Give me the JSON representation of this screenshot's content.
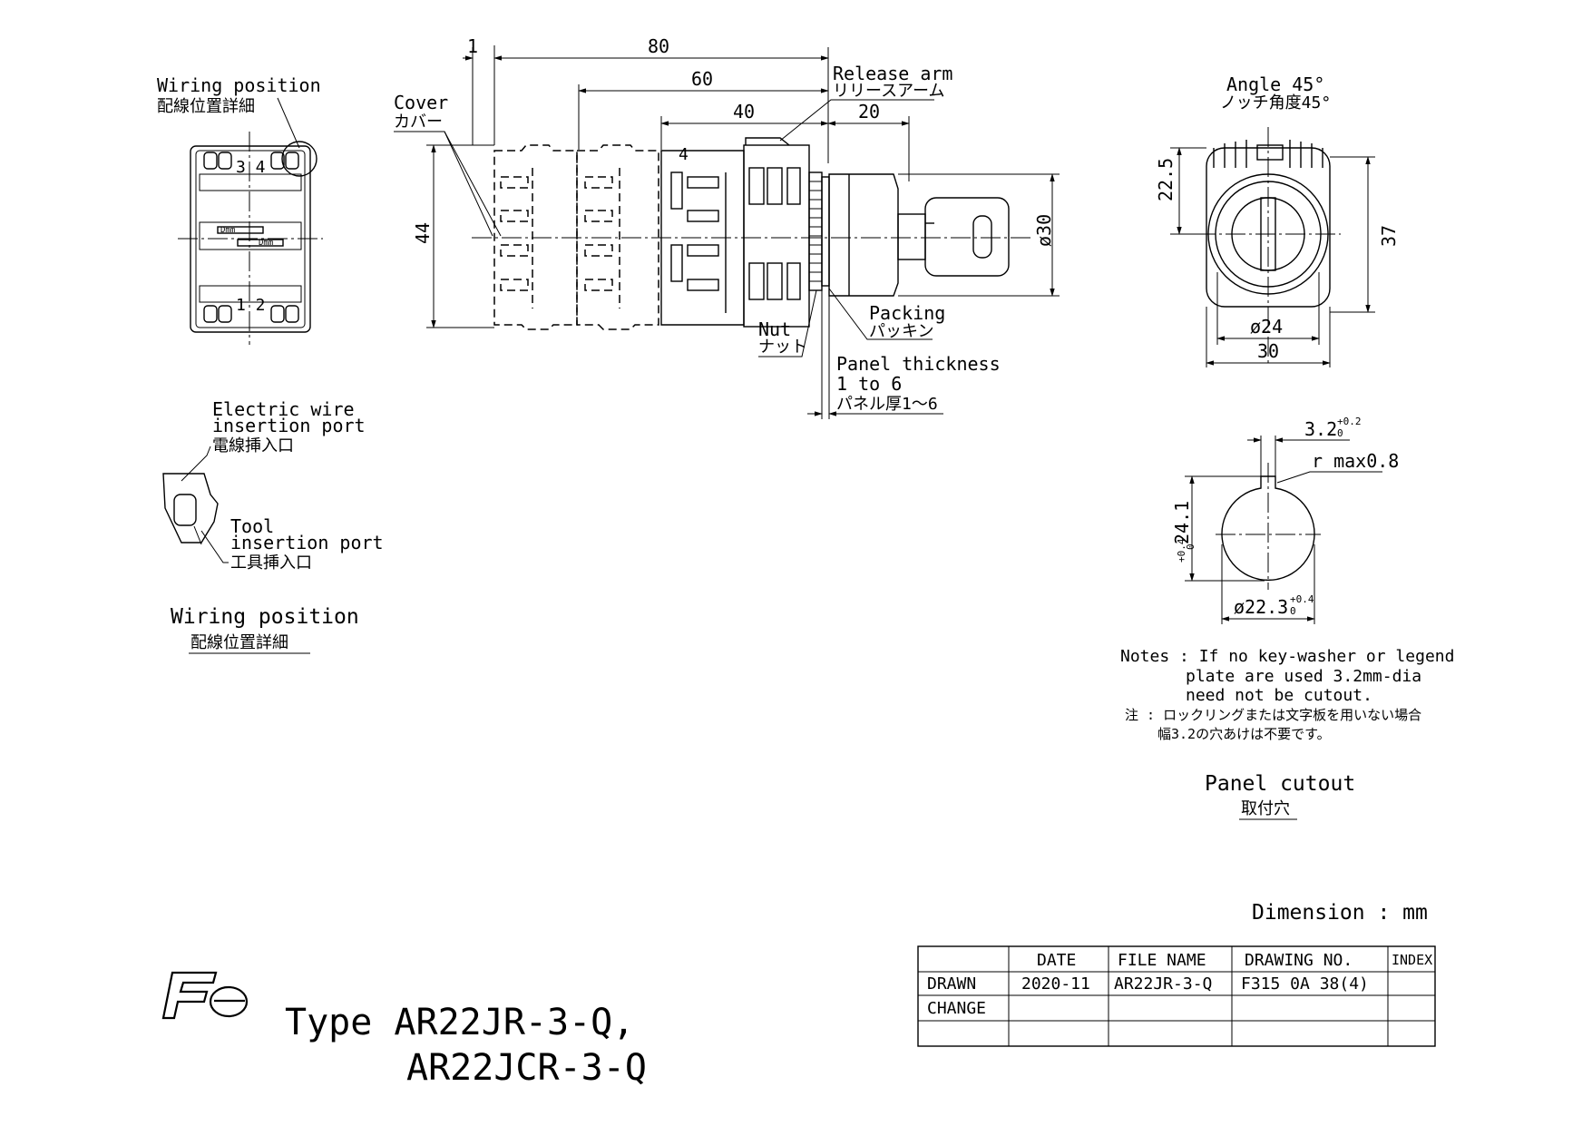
{
  "wiring_top": {
    "title": "Wiring position",
    "title_ja": "配線位置詳細",
    "term_top": "3 4",
    "term_bottom": "1 2",
    "label_a": "Dmm",
    "label_b": "Dmm"
  },
  "wiring_detail": {
    "wire_port_l1": "Electric wire",
    "wire_port_l2": "insertion port",
    "wire_port_ja": "電線挿入口",
    "tool_port_l1": "Tool",
    "tool_port_l2": "insertion port",
    "tool_port_ja": "工具挿入口",
    "caption": "Wiring position",
    "caption_ja": "配線位置詳細"
  },
  "side_view": {
    "dim_1": "1",
    "dim_80": "80",
    "dim_60": "60",
    "dim_40": "40",
    "dim_20": "20",
    "dim_44": "44",
    "dim_30": "ø30",
    "block_num": "4",
    "cover": "Cover",
    "cover_ja": "カバー",
    "release_arm": "Release arm",
    "release_arm_ja": "リリースアーム",
    "packing": "Packing",
    "packing_ja": "パッキン",
    "nut": "Nut",
    "nut_ja": "ナット",
    "panel_thickness_l1": "Panel thickness",
    "panel_thickness_l2": "1 to 6",
    "panel_thickness_ja": "パネル厚1～6"
  },
  "front_view": {
    "angle": "Angle 45°",
    "angle_ja": "ノッチ角度45°",
    "dim_225": "22.5",
    "dim_37": "37",
    "dim_24": "ø24",
    "dim_30": "30"
  },
  "cutout": {
    "dim_32": "3.2",
    "dim_32_tol_up": "+0.2",
    "dim_32_tol_dn": "0",
    "rmax": "r max0.8",
    "dim_241": "24.1",
    "dim_241_tol_up": "+0.4",
    "dim_241_tol_dn": "0",
    "dim_223": "ø22.3",
    "dim_223_tol_up": "+0.4",
    "dim_223_tol_dn": "0",
    "caption": "Panel cutout",
    "caption_ja": "取付穴"
  },
  "notes": {
    "l1": "Notes : If no key-washer or legend",
    "l2": "plate are used 3.2mm-dia",
    "l3": "need not be cutout.",
    "l4": "注 : ロックリングまたは文字板を用いない場合",
    "l5": "幅3.2の穴あけは不要です。"
  },
  "dimension_unit": "Dimension : mm",
  "title_block": {
    "headers": [
      "",
      "DATE",
      "FILE NAME",
      "DRAWING NO.",
      "INDEX"
    ],
    "rows": [
      [
        "DRAWN",
        "2020-11",
        "AR22JR-3-Q",
        "F315 0A 38(4)",
        ""
      ],
      [
        "CHANGE",
        "",
        "",
        "",
        ""
      ],
      [
        "",
        "",
        "",
        "",
        ""
      ]
    ]
  },
  "logo": "Fe",
  "type_line1": "Type AR22JR-3-Q,",
  "type_line2": "AR22JCR-3-Q"
}
